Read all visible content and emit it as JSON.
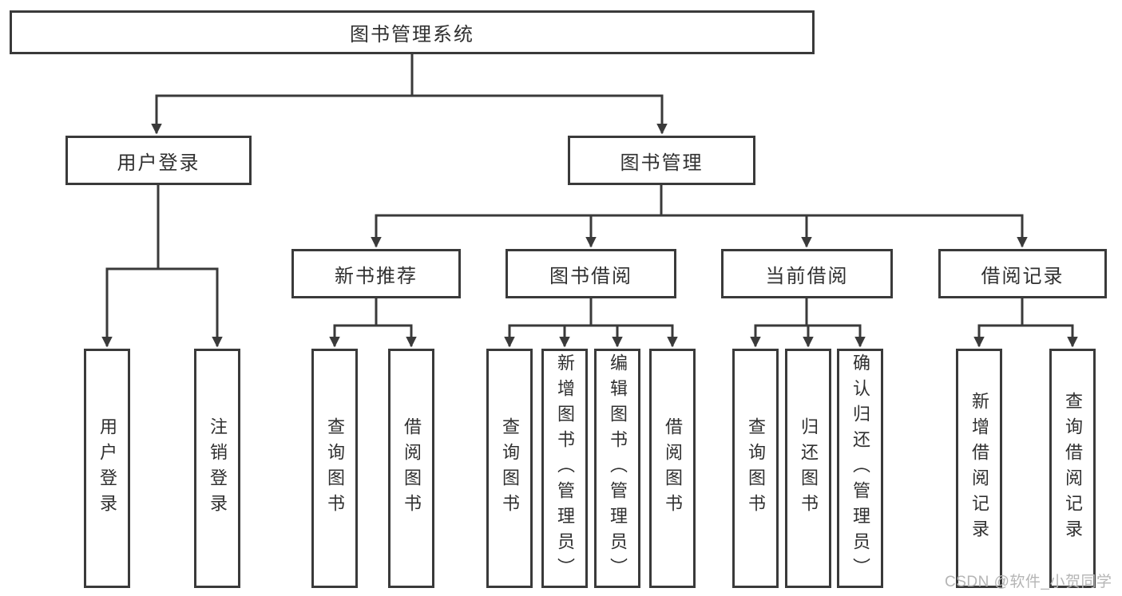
{
  "diagram": {
    "root": {
      "label": "图书管理系统"
    },
    "branches": [
      {
        "label": "用户登录",
        "children": [
          {
            "label": "用户登录"
          },
          {
            "label": "注销登录"
          }
        ]
      },
      {
        "label": "图书管理",
        "children": [
          {
            "label": "新书推荐",
            "children": [
              {
                "label": "查询图书"
              },
              {
                "label": "借阅图书"
              }
            ]
          },
          {
            "label": "图书借阅",
            "children": [
              {
                "label": "查询图书"
              },
              {
                "label": "新增图书（管理员）"
              },
              {
                "label": "编辑图书（管理员）"
              },
              {
                "label": "借阅图书"
              }
            ]
          },
          {
            "label": "当前借阅",
            "children": [
              {
                "label": "查询图书"
              },
              {
                "label": "归还图书"
              },
              {
                "label": "确认归还（管理员）"
              }
            ]
          },
          {
            "label": "借阅记录",
            "children": [
              {
                "label": "新增借阅记录"
              },
              {
                "label": "查询借阅记录"
              }
            ]
          }
        ]
      }
    ],
    "watermark": "CSDN @软件_小贺同学",
    "colors": {
      "line": "#3a3a3a",
      "text": "#303030",
      "watermark": "#b5b5b5"
    }
  }
}
